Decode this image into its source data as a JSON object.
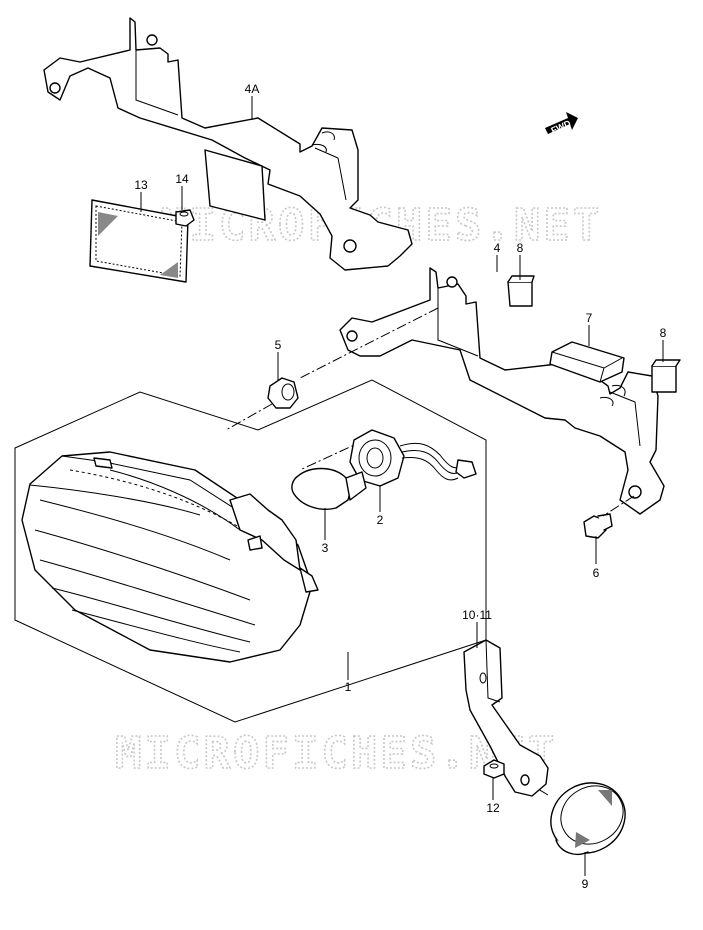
{
  "watermark": "MICROFICHES.NET",
  "direction_badge": "FWD",
  "labels": {
    "p1": "1",
    "p2": "2",
    "p3": "3",
    "p4": "4",
    "p4a": "4A",
    "p5": "5",
    "p6": "6",
    "p7": "7",
    "p8a": "8",
    "p8b": "8",
    "p9": "9",
    "p10_11": "10·11",
    "p12": "12",
    "p13": "13",
    "p14": "14"
  }
}
